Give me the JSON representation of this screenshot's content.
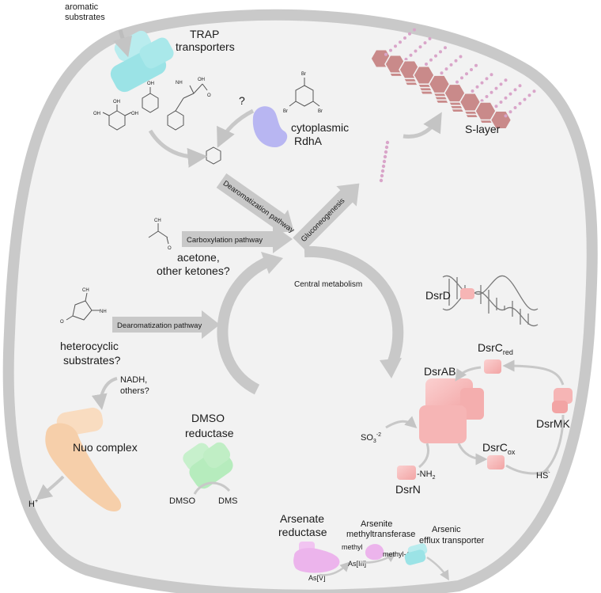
{
  "labels": {
    "aromatic": [
      "aromatic",
      "substrates"
    ],
    "trap": [
      "TRAP",
      "transporters"
    ],
    "question": "?",
    "rdha": [
      "cytoplasmic",
      "RdhA"
    ],
    "slayer": "S-layer",
    "dearom_pathway_1": "Dearomatization pathway",
    "gluconeogenesis": "Gluconeogenesis",
    "carboxylation": "Carboxylation pathway",
    "acetone": [
      "acetone,",
      "other ketones?"
    ],
    "central": "Central metabolism",
    "dsrd": "DsrD",
    "heterocyclic": [
      "heterocyclic",
      "substrates?"
    ],
    "dearom_pathway_2": "Dearomatization pathway",
    "nadh": [
      "NADH,",
      "others?"
    ],
    "dsrc_red": {
      "main": "DsrC",
      "sub": "red"
    },
    "dsrab": "DsrAB",
    "dsrmk": "DsrMK",
    "nuo": "Nuo complex",
    "dmso_reductase": [
      "DMSO",
      "reductase"
    ],
    "so3": {
      "main": "SO",
      "sub": "3",
      "sup": "-2"
    },
    "dsrc_ox": {
      "main": "DsrC",
      "sub": "ox"
    },
    "hs": {
      "main": "HS",
      "sup": "-"
    },
    "nh2": "-NH",
    "nh2_sub": "2",
    "dsrn": "DsrN",
    "hplus": {
      "main": "H",
      "sup": "+"
    },
    "dmso": "DMSO",
    "dms": "DMS",
    "arsenate": [
      "Arsenate",
      "reductase"
    ],
    "arsenite": [
      "Arsenite",
      "methyltransferase"
    ],
    "arsenic_efflux": [
      "Arsenic",
      "efflux transporter"
    ],
    "methyl": "methyl",
    "methyl_as": "methyl-As",
    "as3": "As[III]",
    "as5": "As[V]",
    "chem_oh": "OH",
    "chem_nh2": "NH",
    "chem_nh2_sub": "2",
    "chem_ch3": "CH",
    "chem_ch3_sub": "3",
    "chem_o": "O",
    "chem_br": "Br",
    "chem_n": "N",
    "chem_nh": "NH"
  },
  "colors": {
    "cell_border": "#c9c9c9",
    "cell_fill": "#f2f2f2",
    "trap": "#9be3e6",
    "rdha": "#b8b6f2",
    "slayer": "#c98a8a",
    "slayer_chain": "#d9a5c9",
    "dsr": "#f6b5b5",
    "nuo": "#f6cfaa",
    "dmso": "#b6ecbd",
    "arsenate": "#ecb4ec",
    "efflux": "#9be3e6",
    "arrow": "#c8c8c8"
  }
}
